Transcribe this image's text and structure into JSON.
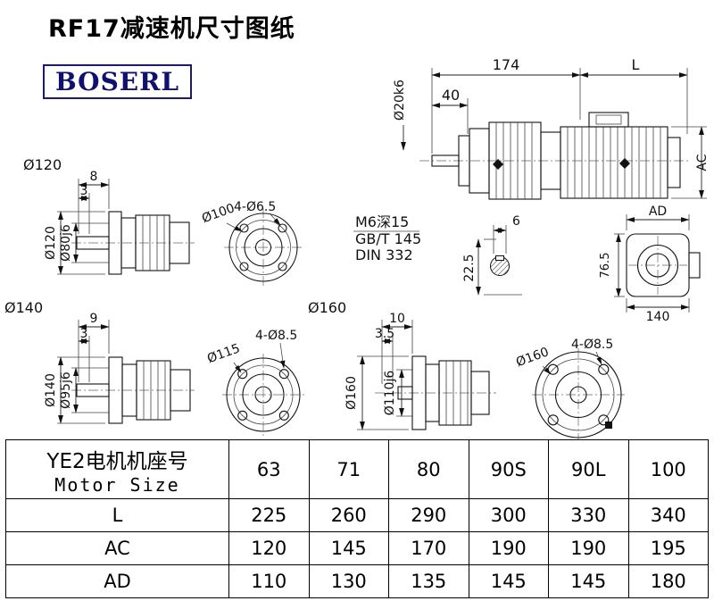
{
  "page": {
    "title": "RF17减速机尺寸图纸",
    "logo": "BOSERL"
  },
  "main_view": {
    "dim_174": "174",
    "dim_l": "L",
    "dim_40": "40",
    "dim_shaft": "Ø20k6",
    "dim_ac": "AC"
  },
  "thread_note": {
    "line1": "M6深15",
    "line2": "GB/T 145",
    "line3": "DIN 332",
    "dim_6": "6",
    "dim_22_5": "22.5"
  },
  "side_flange_view": {
    "dim_ad": "AD",
    "dim_76_5": "76.5",
    "dim_140": "140"
  },
  "flange_120": {
    "section_label": "Ø120",
    "dim_8": "8",
    "dim_3": "3",
    "dim_od": "Ø120",
    "dim_spigot": "Ø80j6",
    "dim_holes": "4-Ø6.5",
    "dim_bolt_circle": "Ø100"
  },
  "flange_140": {
    "section_label": "Ø140",
    "dim_9": "9",
    "dim_3": "3",
    "dim_od": "Ø140",
    "dim_spigot": "Ø95j6",
    "dim_holes": "4-Ø8.5",
    "dim_bolt_circle": "Ø115"
  },
  "flange_160": {
    "section_label": "Ø160",
    "dim_10": "10",
    "dim_3_5": "3.5",
    "dim_od": "Ø160",
    "dim_spigot": "Ø110j6",
    "dim_holes": "4-Ø8.5",
    "dim_bolt_circle": "Ø160"
  },
  "table": {
    "header_cn": "YE2电机机座号",
    "header_en": "Motor Size",
    "motor_sizes": [
      "63",
      "71",
      "80",
      "90S",
      "90L",
      "100"
    ],
    "rows": [
      {
        "label": "L",
        "values": [
          "225",
          "260",
          "290",
          "300",
          "330",
          "340"
        ]
      },
      {
        "label": "AC",
        "values": [
          "120",
          "145",
          "170",
          "190",
          "190",
          "195"
        ]
      },
      {
        "label": "AD",
        "values": [
          "110",
          "130",
          "135",
          "145",
          "145",
          "180"
        ]
      }
    ]
  }
}
